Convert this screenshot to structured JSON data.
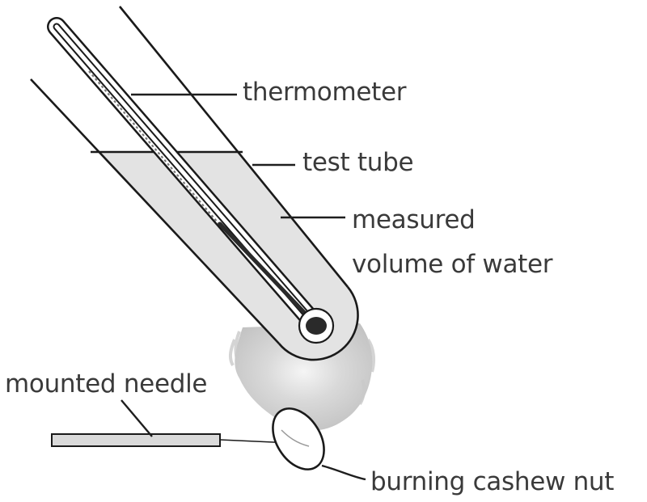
{
  "labels": {
    "thermometer": "thermometer",
    "test_tube": "test tube",
    "water_line1": "measured",
    "water_line2": "volume of water",
    "needle": "mounted needle",
    "nut": "burning cashew nut"
  },
  "colors": {
    "water": "#e3e3e3",
    "outline": "#1a1a1a",
    "flame": "#c8c8c8",
    "text": "#3a3a3a",
    "thermometer_liquid": "#2a2a2a"
  }
}
